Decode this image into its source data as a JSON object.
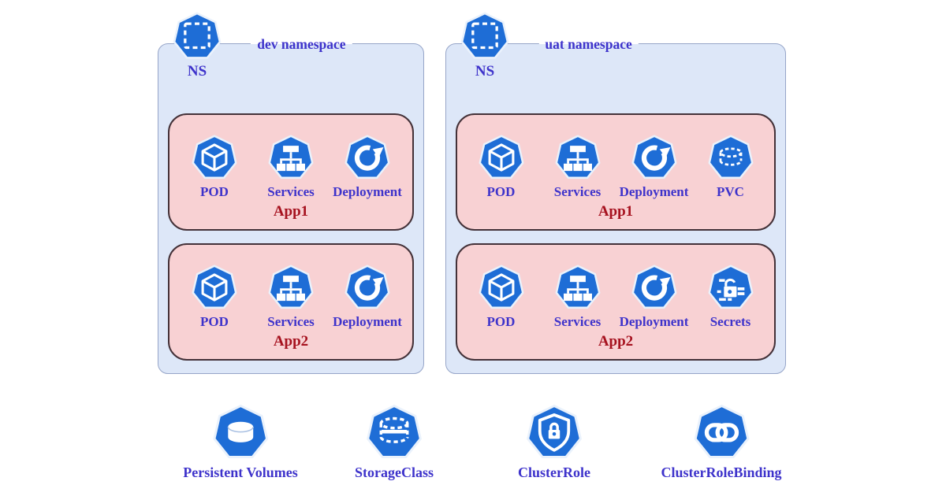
{
  "colors": {
    "icon_blue": "#1e6dd6",
    "label_blue": "#3e33cb",
    "app_red": "#a6121f",
    "ns_bg": "#dde7f8",
    "ns_border": "#96a5c8",
    "app_bg": "#f8d1d3",
    "app_border": "#433138",
    "page_bg": "#ffffff",
    "halo": "#eaf2fc"
  },
  "namespaces": [
    {
      "title": "dev namespace",
      "ns_label": "NS",
      "apps": [
        {
          "name": "App1",
          "resources": [
            {
              "icon": "pod-icon",
              "label": "POD"
            },
            {
              "icon": "services-icon",
              "label": "Services"
            },
            {
              "icon": "deployment-icon",
              "label": "Deployment"
            }
          ]
        },
        {
          "name": "App2",
          "resources": [
            {
              "icon": "pod-icon",
              "label": "POD"
            },
            {
              "icon": "services-icon",
              "label": "Services"
            },
            {
              "icon": "deployment-icon",
              "label": "Deployment"
            }
          ]
        }
      ]
    },
    {
      "title": "uat namespace",
      "ns_label": "NS",
      "apps": [
        {
          "name": "App1",
          "resources": [
            {
              "icon": "pod-icon",
              "label": "POD"
            },
            {
              "icon": "services-icon",
              "label": "Services"
            },
            {
              "icon": "deployment-icon",
              "label": "Deployment"
            },
            {
              "icon": "pvc-icon",
              "label": "PVC"
            }
          ]
        },
        {
          "name": "App2",
          "resources": [
            {
              "icon": "pod-icon",
              "label": "POD"
            },
            {
              "icon": "services-icon",
              "label": "Services"
            },
            {
              "icon": "deployment-icon",
              "label": "Deployment"
            },
            {
              "icon": "secrets-icon",
              "label": "Secrets"
            }
          ]
        }
      ]
    }
  ],
  "cluster_resources": [
    {
      "icon": "persistent-volumes-icon",
      "label": "Persistent Volumes"
    },
    {
      "icon": "storageclass-icon",
      "label": "StorageClass"
    },
    {
      "icon": "clusterrole-icon",
      "label": "ClusterRole"
    },
    {
      "icon": "clusterrolebinding-icon",
      "label": "ClusterRoleBinding"
    }
  ]
}
